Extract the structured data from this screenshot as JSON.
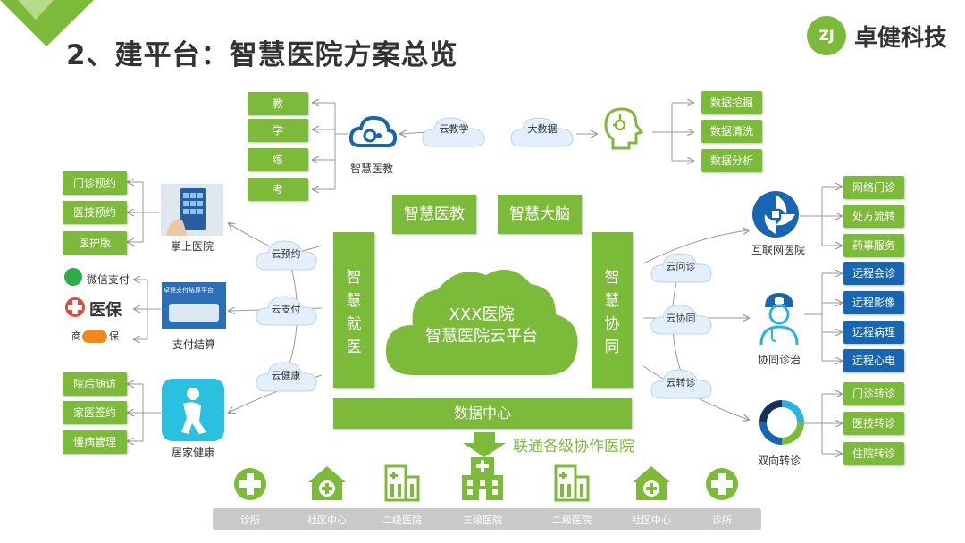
{
  "title": "2、建平台：智慧医院方案总览",
  "brand": {
    "name": "卓健科技",
    "logo_text": "ZJ"
  },
  "center": {
    "line1": "XXX医院",
    "line2": "智慧医院云平台"
  },
  "modules": {
    "top_left": "智慧医教",
    "top_right": "智慧大脑",
    "left": "智慧就医",
    "right": "智慧协同",
    "bottom": "数据中心"
  },
  "connect_label": "联通各级协作医院",
  "clouds": {
    "cloud_teach": "云教学",
    "big_data": "大数据",
    "cloud_appoint": "云预约",
    "cloud_pay": "云支付",
    "cloud_health": "云健康",
    "cloud_consult": "云问诊",
    "cloud_collab": "云协同",
    "cloud_transfer": "云转诊"
  },
  "teach_items": [
    "教",
    "学",
    "练",
    "考"
  ],
  "teach_caption": "智慧医教",
  "data_items": [
    "数据挖掘",
    "数据清洗",
    "数据分析"
  ],
  "mobile_items": [
    "门诊预约",
    "医技预约",
    "医护版"
  ],
  "mobile_caption": "掌上医院",
  "pay_items": {
    "wechat": "微信支付",
    "medical": "医保",
    "shang_left": "商",
    "shang_right": "保"
  },
  "pay_caption": "支付结算",
  "pay_screen_text": "卓健支付结算平台",
  "home_items": [
    "院后随访",
    "家医签约",
    "慢病管理"
  ],
  "home_caption": "居家健康",
  "internet_items": [
    "网络门诊",
    "处方流转",
    "药事服务"
  ],
  "internet_caption": "互联网医院",
  "collab_items": [
    "远程会诊",
    "远程影像",
    "远程病理",
    "远程心电"
  ],
  "collab_caption": "协同诊治",
  "transfer_items": [
    "门诊转诊",
    "医技转诊",
    "住院转诊"
  ],
  "transfer_caption": "双向转诊",
  "levels": [
    "诊所",
    "社区中心",
    "二级医院",
    "三级医院",
    "二级医院",
    "社区中心",
    "诊所"
  ],
  "colors": {
    "green": "#7cba3a",
    "blue": "#1765b3",
    "grey": "#c9c9c9",
    "title": "#333333"
  }
}
